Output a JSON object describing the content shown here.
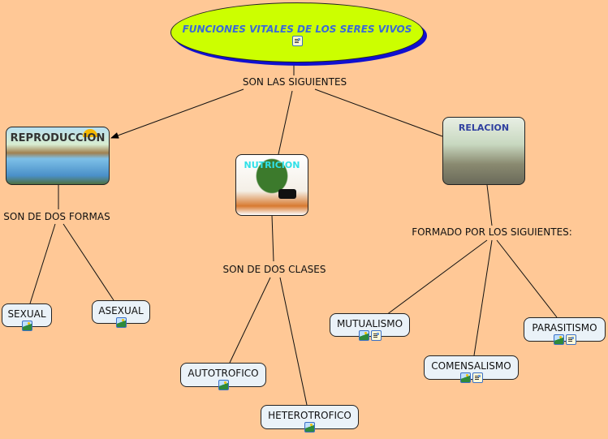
{
  "title": {
    "text": "FUNCIONES VITALES DE LOS SERES VIVOS",
    "icons": [
      "document-icon"
    ]
  },
  "linking_phrases": {
    "main": "SON LAS SIGUIENTES",
    "reproduccion": "SON DE DOS FORMAS",
    "nutricion": "SON DE DOS CLASES",
    "relacion": "FORMADO POR LOS SIGUIENTES:"
  },
  "image_nodes": {
    "reproduccion": "REPRODUCCION",
    "nutricion": "NUTRICION",
    "relacion": "RELACION"
  },
  "nodes": {
    "sexual": "SEXUAL",
    "asexual": "ASEXUAL",
    "autotrofico": "AUTOTROFICO",
    "heterotrofico": "HETEROTROFICO",
    "mutualismo": "MUTUALISMO",
    "comensalismo": "COMENSALISMO",
    "parasitismo": "PARASITISMO"
  },
  "colors": {
    "background": "#FFC896",
    "title_fill": "#CCFF00",
    "title_text": "#3A6AD8",
    "node_fill": "#EAF2F8"
  }
}
